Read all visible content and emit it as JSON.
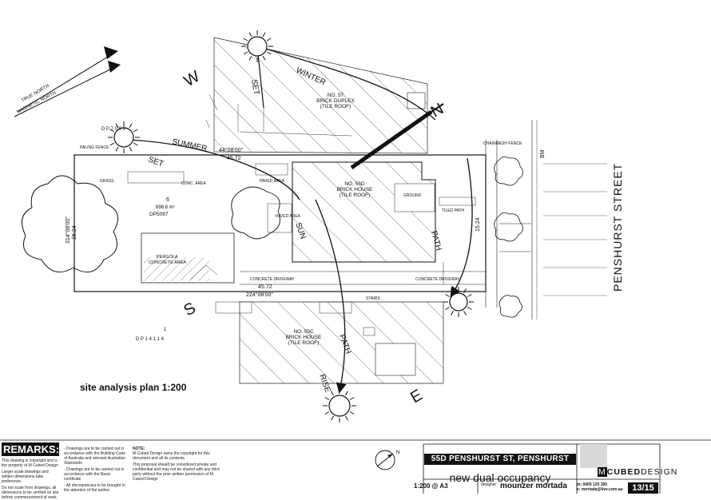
{
  "drawing": {
    "title": "site analysis plan  1:200",
    "compass": {
      "w": "W",
      "s": "S",
      "e": "E",
      "n": "N"
    },
    "sun_labels": {
      "winter": "WINTER",
      "summer": "SUMMER",
      "set_a": "SET",
      "set_b": "SET",
      "rise_a": "RISE",
      "path_a": "PATH",
      "path_b": "PATH",
      "sun_b": "SUN"
    },
    "north_arrows": [
      "TRUE NORTH",
      "MAGNETIC NORTH"
    ],
    "street": "PENSHURST   STREET",
    "lot": {
      "number": "6",
      "area": "698.8 m²",
      "dp": "DP5097",
      "dp_top": "D P 7 0 0 9",
      "dp_bottom": "D P 1 4 1 1 4",
      "bottom_no": "1"
    },
    "dimensions": {
      "top": "45.72",
      "top_bearing": "44°08'00\"",
      "bottom": "45.72",
      "bottom_bearing": "224°08'00\"",
      "left": "15.24",
      "right": "15.24",
      "left_bearing": "314°08'00\""
    },
    "buildings": {
      "main": [
        "NO. 55D",
        "BRICK HOUSE",
        "(TILE ROOF)"
      ],
      "north": [
        "NO. 57",
        "BRICK DUPLEX",
        "(TILE ROOF)"
      ],
      "south": [
        "NO. 55C",
        "BRICK HOUSE",
        "(TILE ROOF)"
      ]
    },
    "annotations": {
      "pergola": [
        "PERGOLA",
        "CONCRETE AREA"
      ],
      "driveway": "CONCRETE DRIVEWAY",
      "driveway_b": "CONCRETE DRIVEWAY",
      "paving": "PAVED AREA",
      "grass": "GRASS",
      "chainmesh": "CHAINMESH FENCE",
      "paling": "PALING FENCE",
      "tiled": "TILED PATH",
      "conc_area": "CONC. AREA",
      "stairs": "STAIRS",
      "paved_area_b": "PAVED AREA",
      "bm": "BM",
      "ground": "GROUND"
    }
  },
  "title_block": {
    "remarks_title": "REMARKS:",
    "remarks_lines": [
      "This drawing is copyright and is the property of M Cubed Design",
      "Larger scale drawings and written dimensions take preference.",
      "Do not scale from drawings, all dimensions to be verified on site before commencement of work."
    ],
    "notes_lines": [
      "- Drawings are to be carried out in accordance with the Building Code of Australia and relevant Australian Standards",
      "- Drawings are to be carried out in accordance with the Basix certificate",
      "- All discrepancies to be brought to the attention of the author."
    ],
    "note_title": "NOTE:",
    "note_lines": [
      "M Cubed Design owns the copyright for this document and all its contents.",
      "This proposal should be considered private and confidential and may not be shared with any third party without the prior written permission of M Cubed Design"
    ],
    "project_address": "55D PENSHURST ST, PENSHURST",
    "project_name": "new dual occupancy",
    "scale": "1:200 @ A3",
    "designer_label": "designer",
    "designer": "mounzer mortada",
    "logo_m": "M",
    "logo_rest": "CUBED",
    "logo_design": "DESIGN",
    "contact": [
      "m: 0405 125 300",
      "e: mortada@live.com.au"
    ],
    "sheet": "13/15"
  }
}
